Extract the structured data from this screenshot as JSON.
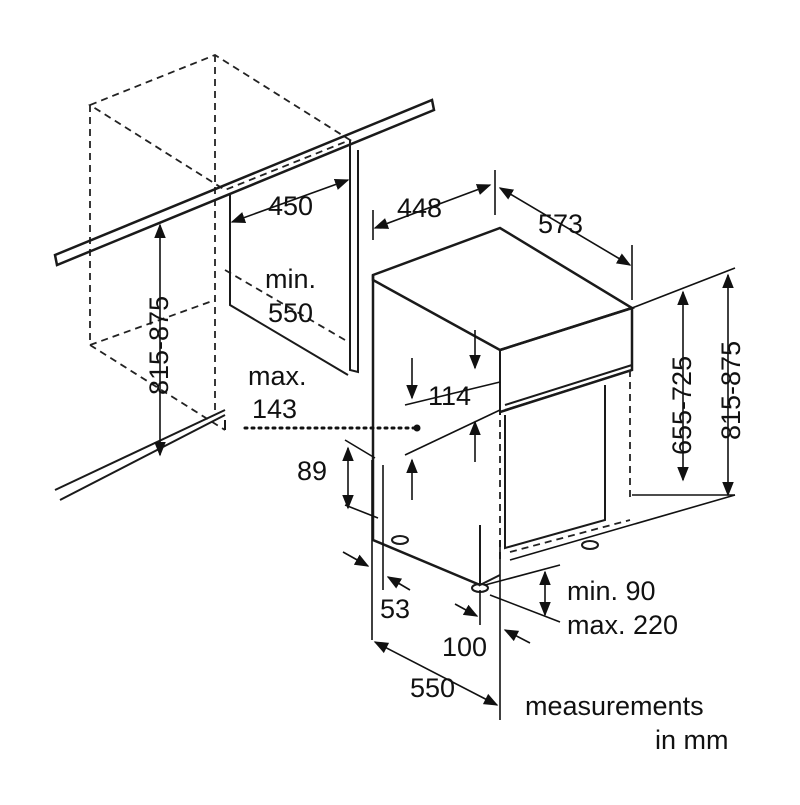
{
  "diagram": {
    "niche_width": "450",
    "niche_depth_min_label": "min.",
    "niche_depth_min_value": "550",
    "niche_height": "815-875",
    "appliance_width": "448",
    "appliance_depth": "573",
    "appliance_height_right": "815-875",
    "panel_height_range": "655-725",
    "panel_offset": "114",
    "max_label": "max.",
    "max_value": "143",
    "plinth_height": "89",
    "plinth_setback": "53",
    "plinth_gap": "100",
    "overall_depth": "550",
    "plinth_min": "min. 90",
    "plinth_max": "max. 220",
    "units_line1": "measurements",
    "units_line2": "in mm"
  },
  "colors": {
    "line": "#1a1a1a",
    "background": "#ffffff"
  }
}
